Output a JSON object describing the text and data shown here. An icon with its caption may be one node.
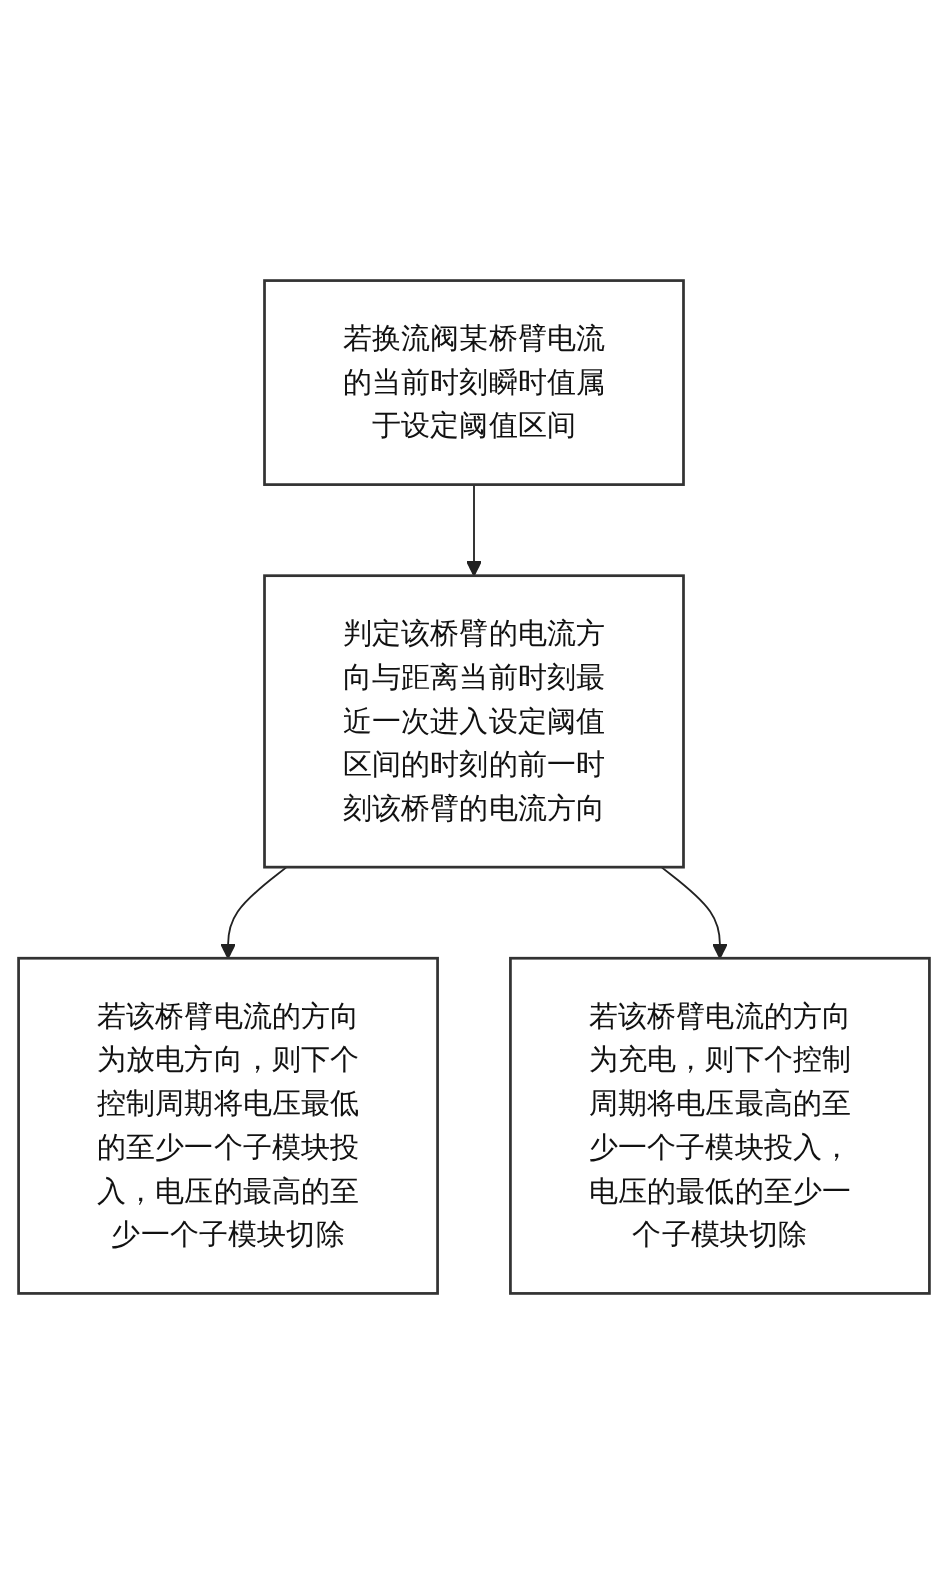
{
  "diagram": {
    "nodes": [
      {
        "text": [
          "若换流阀某桥臂电流的当前时刻瞬时值属于设定阈值区间"
        ]
      },
      {
        "text": [
          "判定该桥臂的电流方向与距离当前时刻最近一次进入设定阈值区间的时刻的前一时刻该桥臂的电流方向"
        ]
      },
      {
        "text": [
          "若该桥臂电流的方向为放电方向，则下个控制周期将电压最低的至少一个子模块投入，电压的最高的至少一个子模块切除"
        ]
      },
      {
        "text": [
          "若该桥臂电流的方向为充电，则下个控制周期将电压最高的至少一个子模块投入，电压的最低的至少一个子模块切除"
        ]
      }
    ],
    "edges": [
      {
        "from": 0,
        "to": 1,
        "arrow": "to"
      },
      {
        "from": 1,
        "to": 2,
        "arrow": "to"
      },
      {
        "from": 1,
        "to": 3,
        "arrow": "to"
      }
    ]
  }
}
